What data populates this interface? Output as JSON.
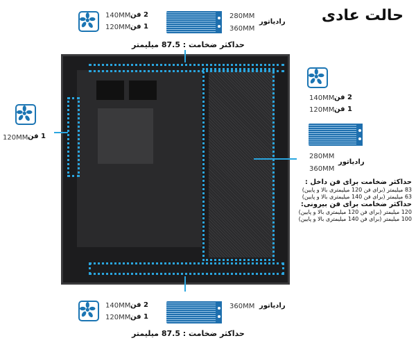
{
  "title": "حالت عادی",
  "top": {
    "fan_2": "2 فن",
    "fan_2_size": "140MM",
    "fan_1": "1 فن",
    "fan_1_size": "120MM",
    "radiator_label": "رادیاتور",
    "radiator_sizes": [
      "280MM",
      "360MM"
    ],
    "max_thickness": "حداکثر ضخامت : 87.5 میلیمتر"
  },
  "right": {
    "fan_2": "2 فن",
    "fan_2_size": "140MM",
    "fan_1": "1 فن",
    "fan_1_size": "120MM",
    "radiator_label": "رادیاتور",
    "radiator_sizes": [
      "280MM",
      "360MM"
    ]
  },
  "left": {
    "fan_1": "1 فن",
    "fan_1_size": "120MM"
  },
  "bottom": {
    "fan_2": "2 فن",
    "fan_2_size": "140MM",
    "fan_1": "1 فن",
    "fan_1_size": "120MM",
    "radiator_label": "رادیاتور",
    "radiator_size": "360MM",
    "max_thickness": "حداکثر ضخامت : 87.5 میلیمتر"
  },
  "notes": {
    "intake_heading": "حداکثر ضخامت برای فن داخل :",
    "intake": [
      "83 میلیمتر (برای فن 120 میلیمتری بالا و پایین)",
      "63 میلیمتر (برای فن 140 میلیمتری بالا و پایین)"
    ],
    "exhaust_heading": "حداکثر ضخامت برای فن بیرونی:",
    "exhaust": [
      "120 میلیمتر (برای فن 120 میلیمتری بالا و پایین)",
      "100 میلیمتر (برای فن 140 میلیمتری بالا و پایین)"
    ]
  },
  "colors": {
    "accent": "#2aa6e0",
    "icon": "#1b75b3"
  }
}
